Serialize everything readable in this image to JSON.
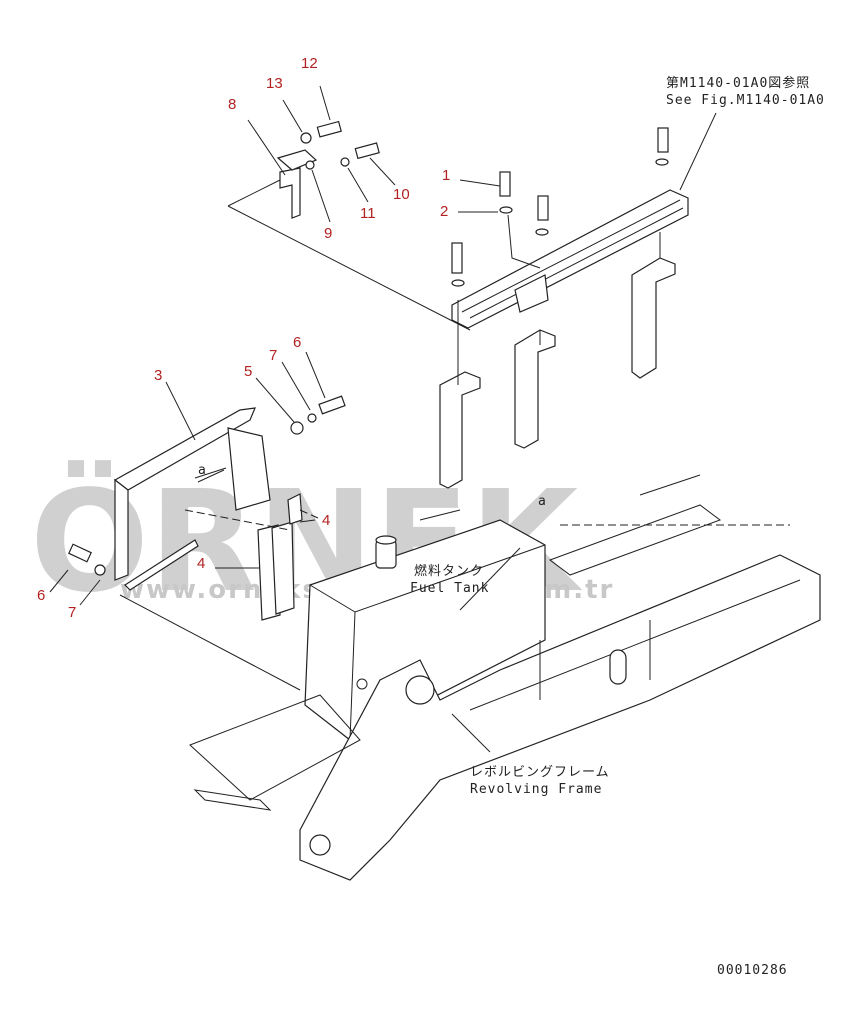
{
  "callouts": [
    {
      "id": "c12",
      "text": "12"
    },
    {
      "id": "c13",
      "text": "13"
    },
    {
      "id": "c8",
      "text": "8"
    },
    {
      "id": "c9",
      "text": "9"
    },
    {
      "id": "c10",
      "text": "10"
    },
    {
      "id": "c11",
      "text": "11"
    },
    {
      "id": "c1",
      "text": "1"
    },
    {
      "id": "c2",
      "text": "2"
    },
    {
      "id": "c3",
      "text": "3"
    },
    {
      "id": "c5",
      "text": "5"
    },
    {
      "id": "c7a",
      "text": "7"
    },
    {
      "id": "c6a",
      "text": "6"
    },
    {
      "id": "c4a",
      "text": "4"
    },
    {
      "id": "c4b",
      "text": "4"
    },
    {
      "id": "c6b",
      "text": "6"
    },
    {
      "id": "c7b",
      "text": "7"
    }
  ],
  "notes": {
    "ref_jp": "第M1140-01A0図参照",
    "ref_en": "See Fig.M1140-01A0",
    "tank_jp": "燃料タンク",
    "tank_en": "Fuel Tank",
    "frame_jp": "レボルビングフレーム",
    "frame_en": "Revolving Frame",
    "marker_a1": "a",
    "marker_a2": "a"
  },
  "watermark": {
    "brand": "ÖRNEK",
    "site": "www.orneksmakinalari.com.tr"
  },
  "drawing_number": "00010286"
}
